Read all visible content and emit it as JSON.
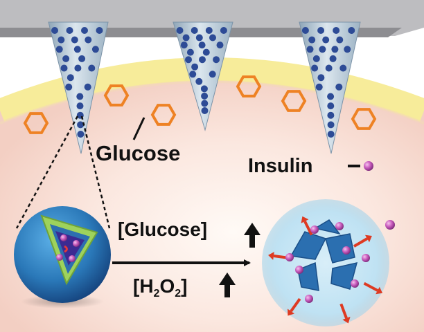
{
  "labels": {
    "glucose": "Glucose",
    "insulin": "Insulin",
    "glucose_conc": "[Glucose]",
    "h2o2": {
      "open": "[H",
      "sub1": "2",
      "mid": "O",
      "sub2": "2",
      "close": "]"
    }
  },
  "colors": {
    "patch_base": "#a3a3a6",
    "skin_surface": "#f7ec9a",
    "tissue": "#f6d9cf",
    "needle": "#c3d3dd",
    "nanoparticle_dot": "#2d4b96",
    "glucose_ring": "#ee8224",
    "insulin": "#a94a9e",
    "shell": "#2a78b8",
    "layer_green": "#9ed25c",
    "release_arrow": "#de3a22"
  },
  "icons": [
    "glucose-hexagon-icon",
    "insulin-dot-icon",
    "up-arrow-icon",
    "release-arrow-icon"
  ]
}
